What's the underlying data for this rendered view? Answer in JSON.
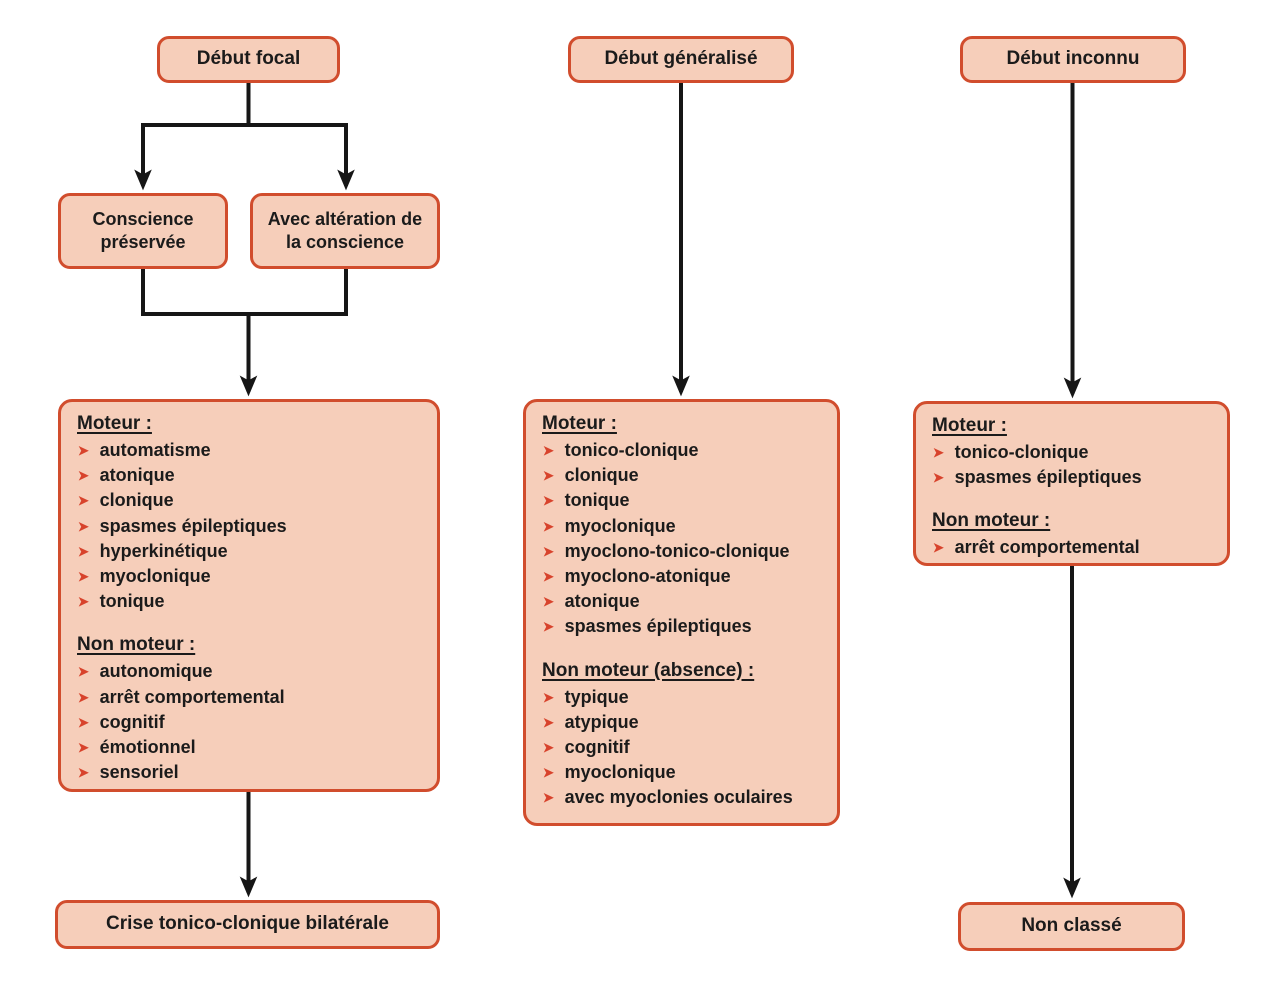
{
  "palette": {
    "box_fill": "#F6CEBA",
    "box_border": "#D14D2D",
    "bullet_color": "#D8432C",
    "connector_color": "#161616",
    "text_color": "#1B1B1B",
    "background": "#FFFFFF"
  },
  "bullet_icon": "➤",
  "columns": [
    {
      "root_label": "Début focal",
      "branch_left_label": "Conscience préservée",
      "branch_right_label": "Avec altération de la conscience",
      "sections": [
        {
          "title": "Moteur :",
          "items": [
            "automatisme",
            "atonique",
            "clonique",
            "spasmes épileptiques",
            "hyperkinétique",
            "myoclonique",
            "tonique"
          ]
        },
        {
          "title": "Non moteur :",
          "items": [
            "autonomique",
            "arrêt comportemental",
            "cognitif",
            "émotionnel",
            "sensoriel"
          ]
        }
      ],
      "terminal_label": "Crise tonico-clonique bilatérale"
    },
    {
      "root_label": "Début généralisé",
      "sections": [
        {
          "title": "Moteur :",
          "items": [
            "tonico-clonique",
            "clonique",
            "tonique",
            "myoclonique",
            "myoclono-tonico-clonique",
            "myoclono-atonique",
            "atonique",
            "spasmes épileptiques"
          ]
        },
        {
          "title": "Non moteur (absence) :",
          "items": [
            "typique",
            "atypique",
            "cognitif",
            "myoclonique",
            "avec myoclonies oculaires"
          ]
        }
      ]
    },
    {
      "root_label": "Début inconnu",
      "sections": [
        {
          "title": "Moteur :",
          "items": [
            "tonico-clonique",
            "spasmes épileptiques"
          ]
        },
        {
          "title": "Non moteur :",
          "items": [
            "arrêt comportemental"
          ]
        }
      ],
      "terminal_label": "Non classé"
    }
  ]
}
